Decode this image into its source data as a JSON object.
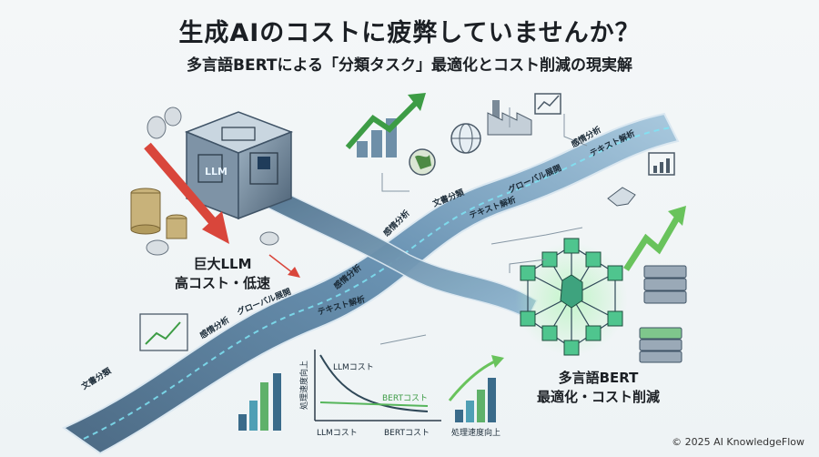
{
  "header": {
    "title": "生成AIのコストに疲弊していませんか？",
    "subtitle": "多言語BERTによる「分類タスク」最適化とコスト削減の現実解"
  },
  "left_model": {
    "cube_label": "LLM",
    "line1": "巨大LLM",
    "line2": "高コスト・低速"
  },
  "right_model": {
    "line1": "多言語BERT",
    "line2": "最適化・コスト削減"
  },
  "road_labels": {
    "doc_classification_1": "文書分類",
    "sentiment_1": "感情分析",
    "global_1": "グローバル展開",
    "sentiment_2": "感情分析",
    "text_analysis_1": "テキスト解析",
    "sentiment_3": "感情分析",
    "doc_classification_2": "文書分類",
    "text_analysis_2": "テキスト解析",
    "global_2": "グローバル展開",
    "sentiment_4": "感情分析",
    "text_analysis_3": "テキスト解析"
  },
  "cost_chart": {
    "y_label": "処理速度向上",
    "llm_curve_label": "LLMコスト",
    "bert_curve_label": "BERTコスト",
    "x_left": "LLMコスト",
    "x_right": "BERTコスト",
    "bars_label": "処理速度向上"
  },
  "footer": {
    "copyright": "© 2025 AI KnowledgeFlow"
  },
  "colors": {
    "road_start": "#4a6b86",
    "road_end": "#6fa6c8",
    "lane_glow": "#7fe4f5",
    "bert_green": "#7ed957",
    "llm_red": "#d9463b",
    "coin": "#c8b27a"
  }
}
